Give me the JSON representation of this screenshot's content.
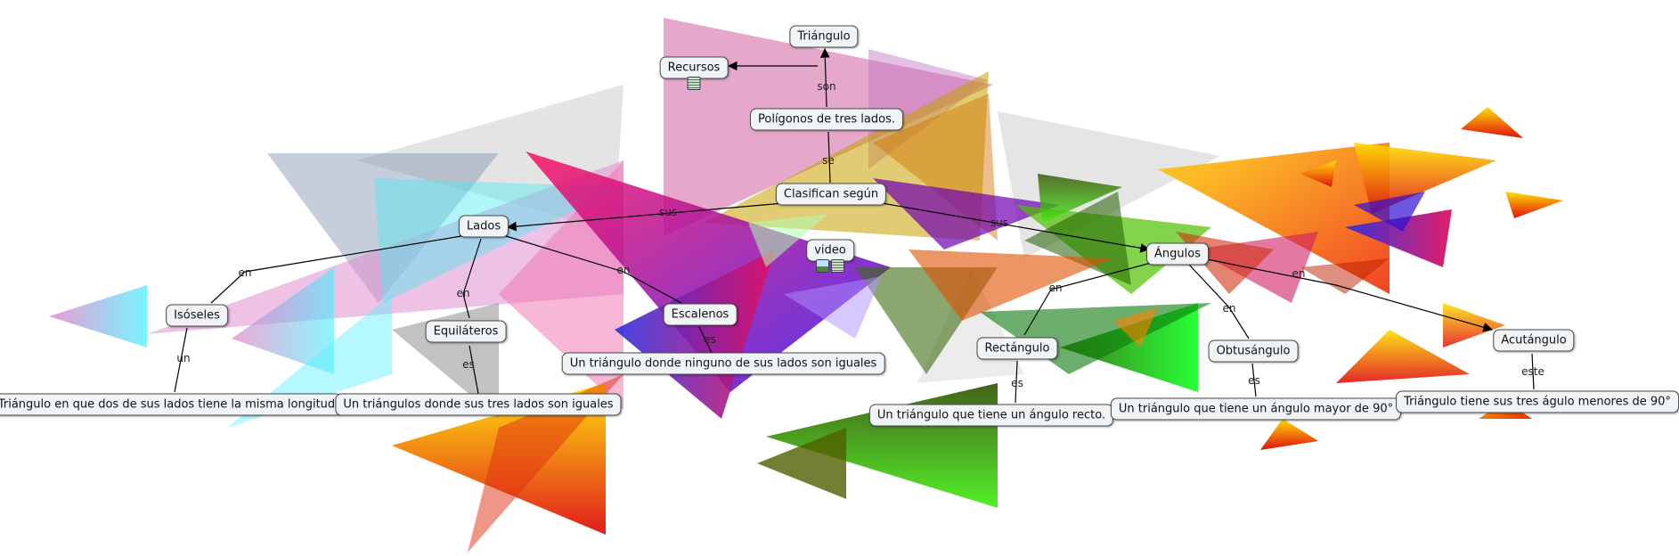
{
  "concept_map": {
    "nodes": {
      "triangulo": "Triángulo",
      "recursos": "Recursos",
      "poligonos": "Polígonos de tres lados.",
      "clasifican": "Clasifican según",
      "video": "video",
      "lados": "Lados",
      "angulos": "Ángulos",
      "isosceles": "Isóseles",
      "equilateros": "Equiláteros",
      "escalenos": "Escalenos",
      "def_isosceles": "Triángulo en que dos de sus lados tiene la misma longitud",
      "def_equilateros": "Un triángulos donde sus tres lados son iguales",
      "def_escalenos": "Un triángulo donde ninguno de sus lados son iguales",
      "rectangulo": "Rectángulo",
      "obtusangulo": "Obtusángulo",
      "acutangulo": "Acutángulo",
      "def_rectangulo": "Un triángulo que tiene un ángulo recto.",
      "def_obtusangulo": "Un triángulo que tiene un ángulo mayor de 90°",
      "def_acutangulo": "Triángulo tiene sus tres águlo menores de 90°"
    },
    "links": {
      "son": "son",
      "se": "se",
      "sus_lados": "sus",
      "sus_angulos": "sus",
      "en_isosceles": "en",
      "en_equilateros": "en",
      "en_escalenos": "en",
      "un_isosceles": "un",
      "es_equilateros": "es",
      "es_escalenos": "es",
      "en_rectangulo": "en",
      "en_obtusangulo": "en",
      "en_acutangulo": "en",
      "es_rectangulo": "es",
      "es_obtusangulo": "es",
      "este_acutangulo": "este"
    },
    "resource_icons": [
      "sheet-icon",
      "image-icon",
      "sheet-icon"
    ]
  }
}
